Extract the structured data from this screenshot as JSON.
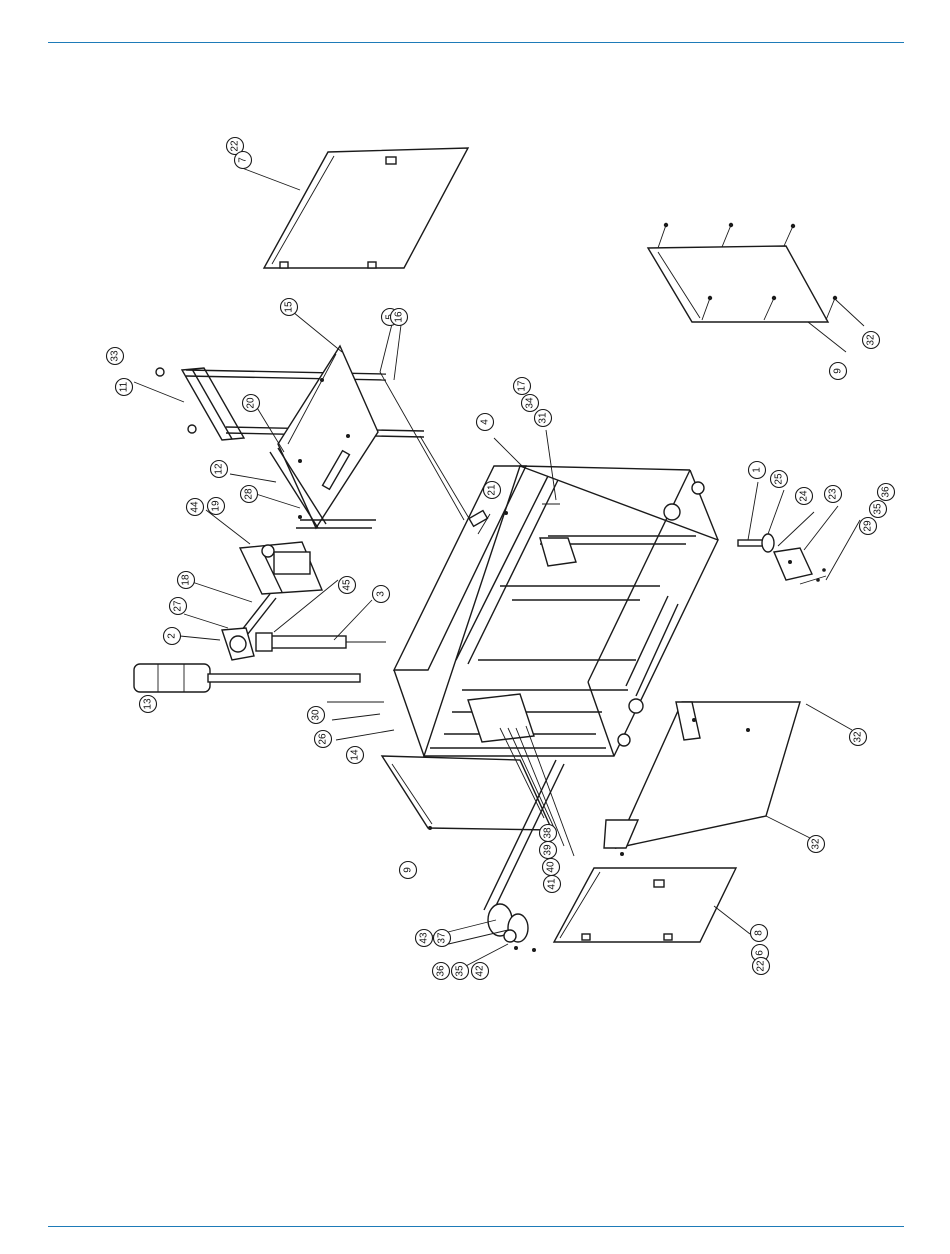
{
  "colors": {
    "rule": "#1e7bb8",
    "line": "#1a1a1a"
  },
  "callouts": [
    {
      "label": "22"
    },
    {
      "label": "7"
    },
    {
      "label": "15"
    },
    {
      "label": "5"
    },
    {
      "label": "16"
    },
    {
      "label": "33"
    },
    {
      "label": "11"
    },
    {
      "label": "20"
    },
    {
      "label": "12"
    },
    {
      "label": "28"
    },
    {
      "label": "44"
    },
    {
      "label": "19"
    },
    {
      "label": "18"
    },
    {
      "label": "27"
    },
    {
      "label": "2"
    },
    {
      "label": "45"
    },
    {
      "label": "3"
    },
    {
      "label": "13"
    },
    {
      "label": "30"
    },
    {
      "label": "26"
    },
    {
      "label": "14"
    },
    {
      "label": "21"
    },
    {
      "label": "4"
    },
    {
      "label": "31"
    },
    {
      "label": "34"
    },
    {
      "label": "17"
    },
    {
      "label": "1"
    },
    {
      "label": "25"
    },
    {
      "label": "24"
    },
    {
      "label": "23"
    },
    {
      "label": "36"
    },
    {
      "label": "35"
    },
    {
      "label": "29"
    },
    {
      "label": "9"
    },
    {
      "label": "32"
    },
    {
      "label": "32"
    },
    {
      "label": "9"
    },
    {
      "label": "38"
    },
    {
      "label": "39"
    },
    {
      "label": "40"
    },
    {
      "label": "41"
    },
    {
      "label": "43"
    },
    {
      "label": "37"
    },
    {
      "label": "42"
    },
    {
      "label": "35"
    },
    {
      "label": "36"
    },
    {
      "label": "32"
    },
    {
      "label": "8"
    },
    {
      "label": "6"
    },
    {
      "label": "22"
    }
  ]
}
